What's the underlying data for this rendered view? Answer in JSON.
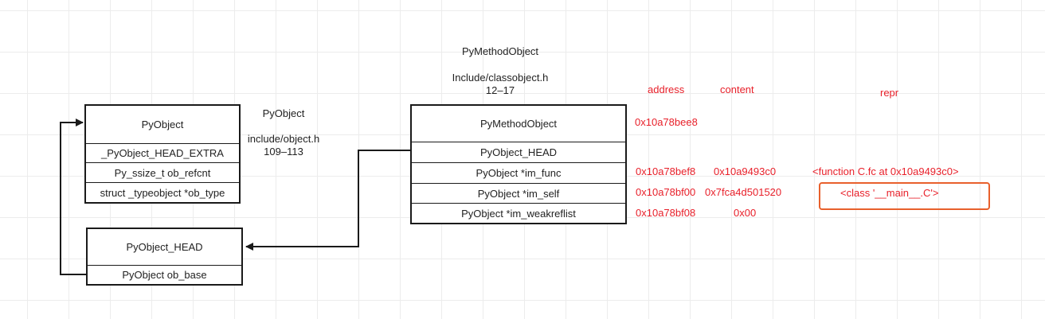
{
  "pyobject_box": {
    "title": "PyObject",
    "fields": [
      "_PyObject_HEAD_EXTRA",
      "Py_ssize_t ob_refcnt",
      "struct _typeobject *ob_type"
    ]
  },
  "pyobject_label": {
    "name": "PyObject",
    "file": "include/object.h",
    "lines": "109–113"
  },
  "pyobject_head_box": {
    "title": "PyObject_HEAD",
    "fields": [
      "PyObject ob_base"
    ]
  },
  "method_label": {
    "name": "PyMethodObject",
    "file": "Include/classobject.h",
    "lines": "12–17"
  },
  "method_box": {
    "title": "PyMethodObject",
    "fields": [
      "PyObject_HEAD",
      "PyObject *im_func",
      "PyObject *im_self",
      "PyObject *im_weakreflist"
    ]
  },
  "memory_table": {
    "headers": {
      "address": "address",
      "content": "content",
      "repr": "repr"
    },
    "base_address": "0x10a78bee8",
    "rows": [
      {
        "address": "0x10a78bef8",
        "content": "0x10a9493c0",
        "repr": "<function C.fc at 0x10a9493c0>"
      },
      {
        "address": "0x10a78bf00",
        "content": "0x7fca4d501520",
        "repr": "<class '__main__.C'>"
      },
      {
        "address": "0x10a78bf08",
        "content": "0x00",
        "repr": ""
      }
    ]
  },
  "colors": {
    "annotation": "#e8202a",
    "highlight": "#e8602c",
    "border": "#1a1a1a"
  }
}
